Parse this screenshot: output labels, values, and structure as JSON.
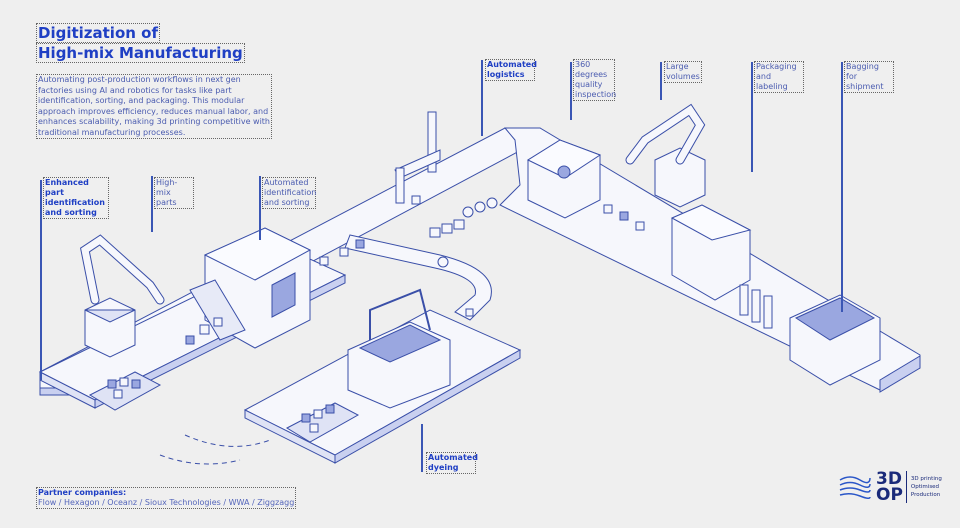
{
  "title": {
    "line1": "Digitization of",
    "line2": "High-mix Manufacturing"
  },
  "intro": "Automating post-production workflows in next gen factories using AI and robotics for tasks like part identification, sorting, and packaging. This modular approach improves efficiency, reduces manual labor, and enhances scalability, making 3d printing competitive with traditional manufacturing processes.",
  "labels": {
    "enhanced": "Enhanced part identification and sorting",
    "high_mix": "High-mix parts",
    "auto_ident": "Automated identification and sorting",
    "logistics": "Automated logistics",
    "inspection": "360 degrees quality inspection",
    "volumes": "Large volumes",
    "packaging": "Packaging and labeling",
    "bagging": "Bagging for shipment",
    "dyeing": "Automated dyeing"
  },
  "partners": {
    "heading": "Partner companies:",
    "list": "Flow / Hexagon / Oceanz / Sioux Technologies / WWA / Ziggzagg"
  },
  "logo": {
    "mark": "3D OP",
    "line1": "3D printing",
    "line2": "Optimised",
    "line3": "Production",
    "big1": "3D",
    "big2": "OP"
  },
  "colors": {
    "accent": "#1f3fc4",
    "stroke": "#3a4fa8",
    "fill": "#f5f6fb",
    "shade": "#c9d0f0"
  }
}
